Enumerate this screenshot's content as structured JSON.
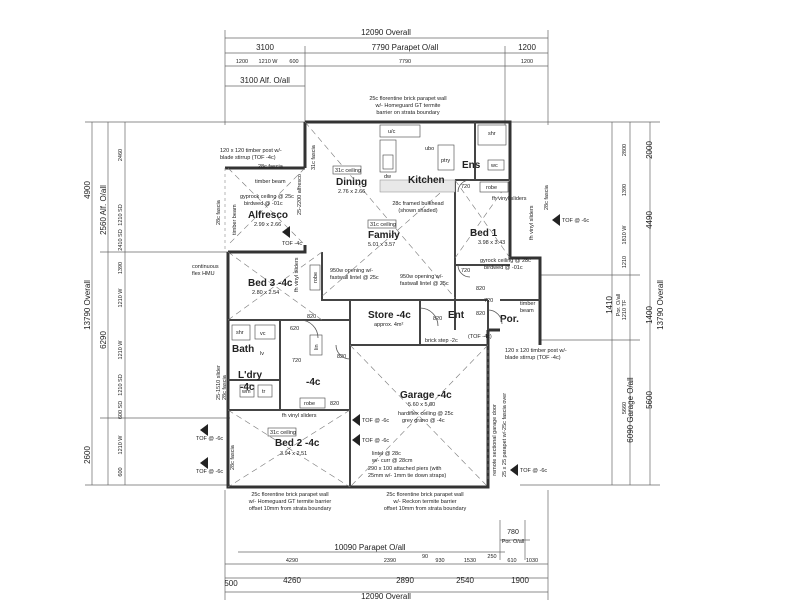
{
  "rooms": {
    "dining": "Dining",
    "dining_size": "2.76 x 2.66",
    "dining_tag": "31c ceiling",
    "kitchen": "Kitchen",
    "ens": "Ens",
    "alfresco": "Alfresco",
    "alfresco_size": "2.99 x 2.66",
    "family": "Family",
    "family_size": "5.01 x 3.57",
    "family_tag": "31c ceiling",
    "bed1": "Bed 1",
    "bed1_size": "3.98 x 3.43",
    "bed3": "Bed 3 -4c",
    "bed3_size": "2.80 x 2.54",
    "store": "Store -4c",
    "store_note": "approx. 4m²",
    "ent": "Ent",
    "por": "Por.",
    "bath": "Bath",
    "ldry": "L'dry",
    "ldry_sub": "-4c",
    "hall_4c": "-4c",
    "garage": "Garage -4c",
    "garage_size": "5.60 x 5.60",
    "bed2": "Bed 2 -4c",
    "bed2_size": "3.94 x 2.51",
    "bed2_tag": "31c ceiling"
  },
  "notes": {
    "top_parapet": [
      "25c florentine brick parapet wall",
      "w/- Homeguard GT termite",
      "barrier on strata boundary"
    ],
    "alfresco_post": [
      "120 x 120 timber post w/-",
      "blade stirrup (TOF -4c)"
    ],
    "fascia_28c": "28c fascia",
    "timber_beam": "timber beam",
    "gyprock_alfresco": [
      "gyprock ceiling @ 25c",
      "birdwed @ -01c"
    ],
    "fascia_28c_v": "28c fascia",
    "fascia_31c_v": "31c fascia",
    "framed_bulkhead": [
      "28c framed bulkhead",
      "(shown shaded)"
    ],
    "opening_950_a": [
      "950w opening w/-",
      "fastwall lintel @ 25c"
    ],
    "opening_950_b": [
      "950w opening w/-",
      "fastwall lintel @ 25c"
    ],
    "gyprock_bed1": [
      "gyrock ceiling @ 28c",
      "birdwed @ -01c"
    ],
    "fh_vinyl_sliders": "fh vinyl sliders",
    "fh_vinyl_sliders_v": "fh vinyl sliders",
    "fh_vinyl_sliders_b3": "fh vinyl sliders",
    "fh_vinyl_sliders_b2": "fh vinyl sliders",
    "continuous_hmu": [
      "continuous",
      "flex HMU"
    ],
    "timber_post_por": [
      "120 x 120 timber post w/-",
      "blade stirrup (TOF -4c)"
    ],
    "timber_beam_por": [
      "timber",
      "beam"
    ],
    "timber_beam_v": "timber beam",
    "fascia_28c_r": "28c fascia",
    "brick_step": "brick step -2c",
    "tof_4c_por": "(TOF -4c)",
    "garage_ceiling": [
      "hardiflex ceiling @ 25c",
      "grey grano @ -4c"
    ],
    "sectional_door": "remote sectional garage door",
    "parapet_fascia": "25 x 25 parapet w/-25c fascia over",
    "lintel": [
      "lintel @ 28c",
      "w/- curr @ 28cm"
    ],
    "piers": [
      "290 x 100 attached piers (with",
      "25mm w/- 1mm tie down straps)"
    ],
    "bottom_parapet_l": [
      "25c florentine brick parapet wall",
      "w/- Homeguard GT termite barrier",
      "offset 10mm from strata boundary"
    ],
    "bottom_parapet_r": [
      "25c florentine brick parapet wall",
      "w/- Reckon termite barrier",
      "offset 10mm from strata boundary"
    ],
    "alfresco_sliders": "25-2200 alfresco",
    "fascia_28c_l": "28c fascia",
    "bath_door": "25-1510 slider",
    "fascia_28c_bl": "28c fascia"
  },
  "tags": {
    "tof_top_right": "TOF @ -6c",
    "tof_alfresco": "TOF -4c",
    "tof_left_1": "TOF @ -6c",
    "tof_left_2": "TOF @ -6c",
    "tof_mid_1": "TOF @ -6c",
    "tof_mid_2": "TOF @ -6c",
    "tof_right_b": "TOF @ -6c"
  },
  "fixtures": {
    "uc": "u/c",
    "dw": "dw",
    "ubo": "ubo",
    "ptry": "ptry",
    "wc": "wc",
    "shr": "shr",
    "robe": "robe",
    "robe_b3": "robe",
    "robe_b2": "robe",
    "lin": "lin",
    "wm": "wm",
    "tr": "tr",
    "shr_bath": "shr",
    "vc": "vc",
    "lv": "lv"
  },
  "doors": {
    "d720a": "720",
    "d720b": "720",
    "d720c": "720",
    "d820a": "820",
    "d820b": "820",
    "d820c": "820",
    "d820d": "820",
    "d820e": "820",
    "d820f": "820",
    "d620": "620",
    "d720_bath": "720"
  },
  "dimensions": {
    "overall_top": "12090 Overall",
    "top_3100": "3100",
    "top_parapet": "7790 Parapet O/all",
    "top_1200": "1200",
    "sub_1200": "1200",
    "sub_1210w": "1210 W",
    "sub_600": "600",
    "sub_7790": "7790",
    "sub_1200b": "1200",
    "alf_oall": "3100 Alf. O/all",
    "right_2000": "2000",
    "right_4490": "4490",
    "right_13790": "13790 Overall",
    "right_1410": "1410",
    "right_por": "Por. O/all",
    "right_1400": "1400",
    "right_garage": "6090 Garage O/all",
    "right_5600": "5600",
    "left_4900": "4900",
    "left_2560": "2560 Alf. O/all",
    "left_13790": "13790 Overall",
    "left_6290": "6290",
    "left_2600": "2600",
    "bottom_parapet": "10090 Parapet O/all",
    "bottom_780": "780",
    "bottom_por": "Por. O/all",
    "bottom_500": "500",
    "bottom_4260": "4260",
    "bottom_2890": "2890",
    "bottom_2540": "2540",
    "bottom_1900": "1900",
    "bottom_overall": "12090 Overall",
    "sub_4290": "4290",
    "sub_2390": "2390",
    "sub_1530": "1530",
    "sub_930": "930",
    "sub_90": "90",
    "sub_250": "250",
    "sub_610": "610",
    "sub_1030": "1030",
    "ls_2460": "2460",
    "ls_1210": "1210 SD",
    "ls_2410": "2410 SD",
    "ls_1390": "1390",
    "ls_1210w": "1210 W",
    "ls_1210w2": "1210 W",
    "ls_1210sd": "1210 SD",
    "ls_600": "600 SD",
    "ls_1210w3": "1210 W",
    "ls_600b": "600",
    "rs_2800": "2800",
    "rs_1390": "1390",
    "rs_1810": "1810 W",
    "rs_1210": "1210",
    "rs_1210tf": "1210 TF",
    "rs_5660": "5660"
  }
}
